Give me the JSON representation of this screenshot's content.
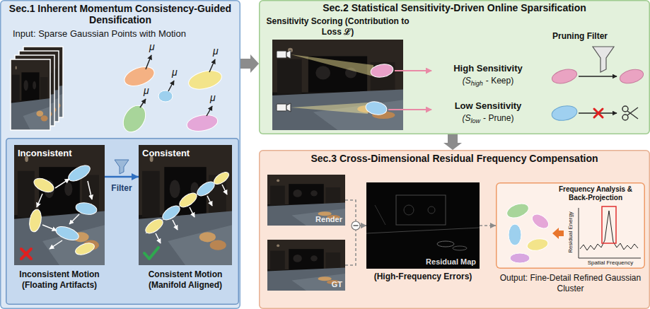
{
  "diagram": {
    "nodes": [
      {
        "text": [
          "Sec.1 Inherent Momentum Consistency-Guided Densification"
        ]
      },
      {
        "text": [
          "Filter"
        ],
        "in": 0
      },
      {
        "text": [
          "Inconsistent",
          "Inconsistent Motion (Floating Artifacts)"
        ],
        "in": 1
      },
      {
        "text": [
          "Consistent",
          "Consistent Motion (Manifold Aligned)"
        ],
        "in": 1
      },
      {
        "text": [
          "Sec.2 Statistical Sensitivity-Driven Online Sparsification"
        ]
      },
      {
        "text": [
          "Sensitivity Scoring (Contribution to Loss ℒ)"
        ],
        "in": 4
      },
      {
        "text": [
          "Sec.3 Cross-Dimensional Residual Frequency Compensation"
        ]
      },
      {
        "text": [
          "Render"
        ],
        "in": 6
      },
      {
        "text": [
          "GT"
        ],
        "in": 6
      },
      {
        "text": [
          "Residual Map",
          "(High-Frequency Errors)"
        ],
        "in": 6
      },
      {
        "text": [
          "Frequency Analysis & Back-Projection",
          "Output: Fine-Detail Refined Gaussian Cluster"
        ],
        "in": 6
      }
    ],
    "edges": [
      {
        "from": 0,
        "to": 4,
        "arrow": "to"
      },
      {
        "from": 4,
        "to": 6,
        "arrow": "to"
      },
      {
        "from": 2,
        "to": 3,
        "arrow": "to"
      },
      {
        "from": 7,
        "to": 9,
        "arrow": "to"
      },
      {
        "from": 8,
        "to": 9,
        "arrow": "to"
      },
      {
        "from": 9,
        "to": 10,
        "arrow": "to"
      }
    ],
    "labels": [
      "Input: Sparse Gaussian Points with Motion",
      "μ",
      "μ",
      "μ",
      "μ",
      "μ",
      "High Sensitivity",
      "(S",
      "high",
      "- Keep)",
      "Low Sensitivity",
      "(S",
      "low",
      "- Prune)",
      "Pruning Filter",
      "Residual Energy",
      "Spatial Frequency"
    ]
  }
}
